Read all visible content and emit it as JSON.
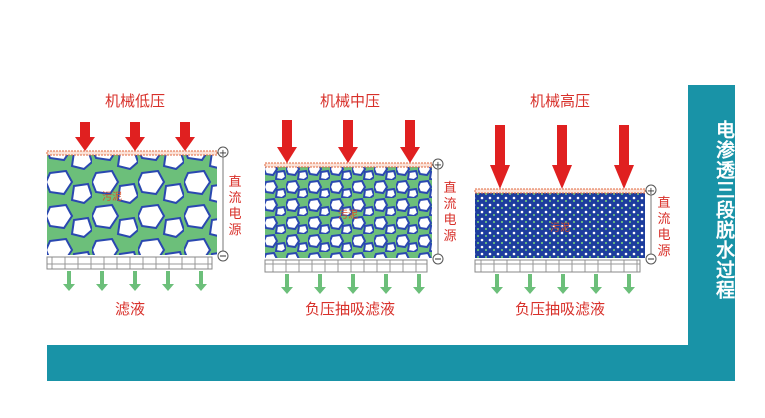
{
  "side_title": "电渗透三段脱水过程",
  "panels": [
    {
      "title": "机械低压",
      "filtrate": "滤液",
      "sludge": "污泥",
      "power": "直流电源"
    },
    {
      "title": "机械中压",
      "filtrate": "负压抽吸滤液",
      "sludge": "污泥",
      "power": "直流电源"
    },
    {
      "title": "机械高压",
      "filtrate": "负压抽吸滤液",
      "sludge": "污泥",
      "power": "直流电源"
    }
  ],
  "colors": {
    "frame": "#1993a7",
    "arrow": "#e02020",
    "water": "#6cbf7a",
    "particle": "#2a48b0",
    "text": "#d8302a"
  }
}
